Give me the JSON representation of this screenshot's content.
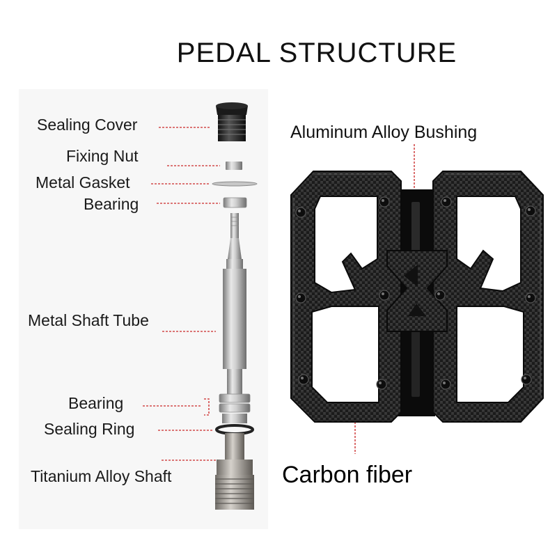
{
  "title": "PEDAL STRUCTURE",
  "labels": {
    "sealing_cover": "Sealing Cover",
    "fixing_nut": "Fixing Nut",
    "metal_gasket": "Metal Gasket",
    "bearing_top": "Bearing",
    "metal_shaft_tube": "Metal Shaft Tube",
    "bearing_bottom": "Bearing",
    "sealing_ring": "Sealing Ring",
    "titanium_alloy_shaft": "Titanium Alloy Shaft",
    "aluminum_alloy_bushing": "Aluminum Alloy Bushing",
    "carbon_fiber": "Carbon fiber"
  },
  "colors": {
    "leader_line": "#d24a4a",
    "pedal_body": "#1c1c1c",
    "carbon_weave": "#3a3a3a",
    "metal": "#b9b9b9"
  },
  "icons": {
    "bolt": "hex-bolt-icon"
  }
}
